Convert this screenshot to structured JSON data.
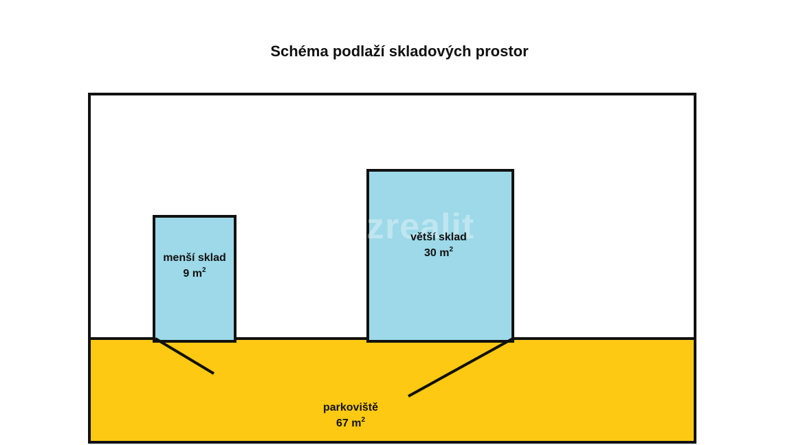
{
  "title": "Schéma podlaží skladových prostor",
  "rooms": {
    "small": {
      "name": "menší sklad",
      "area": "9 m",
      "unit_sup": "2"
    },
    "large": {
      "name": "větší sklad",
      "area": "30 m",
      "unit_sup": "2"
    }
  },
  "parking": {
    "name": "parkoviště",
    "area": "67 m",
    "unit_sup": "2"
  },
  "watermark": "zrealit",
  "colors": {
    "room_fill": "#9dd9e8",
    "parking_fill": "#fdc912",
    "outline": "#111111"
  }
}
